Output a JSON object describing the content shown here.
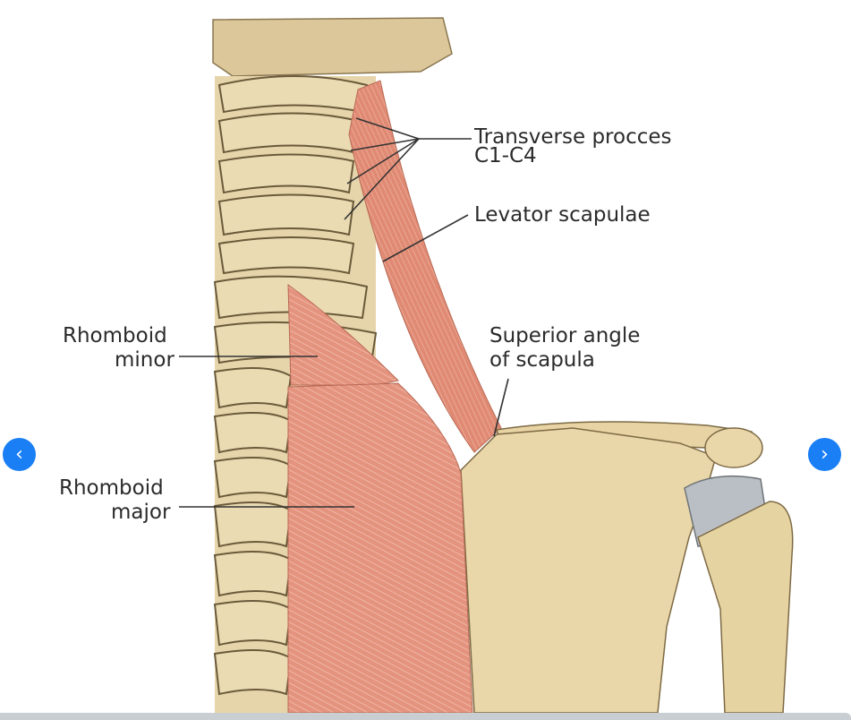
{
  "figure": {
    "labels": {
      "transverse_line1": "Transverse procces",
      "transverse_line2": "C1-C4",
      "levator": "Levator scapulae",
      "rhomboid_minor_line1": "Rhomboid",
      "rhomboid_minor_line2": "minor",
      "superior_angle_line1": "Superior angle",
      "superior_angle_line2": "of scapula",
      "rhomboid_major_line1": "Rhomboid",
      "rhomboid_major_line2": "major"
    }
  },
  "navigation": {
    "prev_icon": "chevron-left-icon",
    "next_icon": "chevron-right-icon",
    "prev_glyph": "‹",
    "next_glyph": "›",
    "accent_color": "#1a7ff5"
  }
}
